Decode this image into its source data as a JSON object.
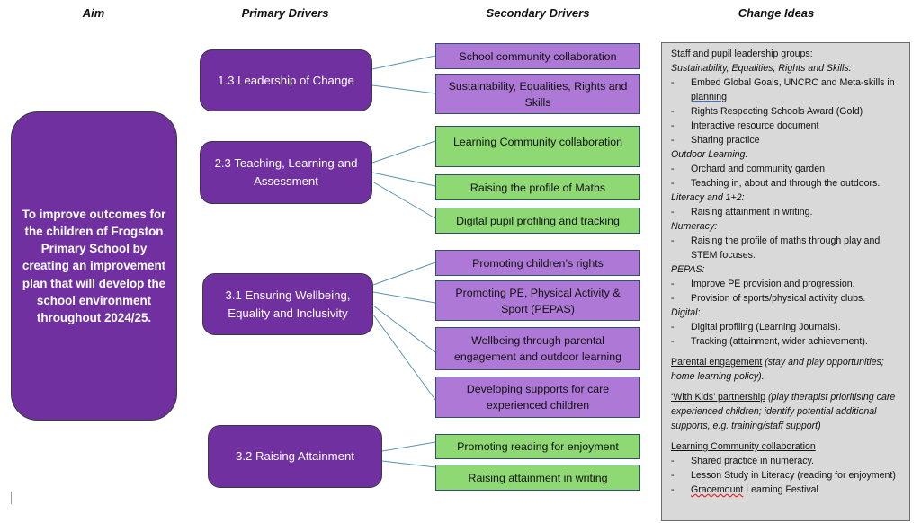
{
  "headers": {
    "aim": "Aim",
    "primary": "Primary Drivers",
    "secondary": "Secondary Drivers",
    "change": "Change Ideas"
  },
  "aim": {
    "text": "To improve outcomes for the children of Frogston Primary School by creating an improvement plan that will develop the school environment throughout 2024/25."
  },
  "primary_drivers": [
    {
      "label": "1.3 Leadership of Change"
    },
    {
      "label": "2.3 Teaching, Learning and Assessment"
    },
    {
      "label": "3.1 Ensuring Wellbeing, Equality and Inclusivity"
    },
    {
      "label": "3.2 Raising Attainment"
    }
  ],
  "secondary_drivers": [
    {
      "label": "School community collaboration",
      "color": "purple",
      "driver": 0
    },
    {
      "label": "Sustainability, Equalities, Rights and Skills",
      "color": "purple",
      "driver": 0
    },
    {
      "label": "Learning Community collaboration",
      "color": "green",
      "driver": 1
    },
    {
      "label": "Raising the profile of Maths",
      "color": "green",
      "driver": 1
    },
    {
      "label": "Digital pupil profiling and tracking",
      "color": "green",
      "driver": 1
    },
    {
      "label": "Promoting children’s rights",
      "color": "purple",
      "driver": 2
    },
    {
      "label": "Promoting PE, Physical Activity & Sport (PEPAS)",
      "color": "purple",
      "driver": 2
    },
    {
      "label": "Wellbeing through parental engagement and outdoor learning",
      "color": "purple",
      "driver": 2
    },
    {
      "label": "Developing supports for care experienced children",
      "color": "purple",
      "driver": 2
    },
    {
      "label": "Promoting reading for enjoyment",
      "color": "green",
      "driver": 3
    },
    {
      "label": "Raising attainment in writing",
      "color": "green",
      "driver": 3
    }
  ],
  "colors": {
    "primary_purple": "#7030a0",
    "secondary_purple": "#ae78d6",
    "secondary_green": "#8ed973",
    "change_ideas_bg": "#d9d9d9",
    "connector": "#5b93b3"
  },
  "change_ideas": {
    "leadership_heading": "Staff and pupil leadership groups:",
    "sers_heading": "Sustainability, Equalities, Rights and Skills:",
    "sers_items": [
      "Embed Global Goals, UNCRC and Meta-skills in",
      "planning",
      "Rights Respecting Schools Award (Gold)",
      "Interactive resource document",
      "Sharing practice"
    ],
    "outdoor_heading": "Outdoor Learning:",
    "outdoor_items": [
      "Orchard and community garden",
      "Teaching in, about and through the outdoors."
    ],
    "literacy_heading": "Literacy and 1+2:",
    "literacy_items": [
      "Raising attainment in writing."
    ],
    "numeracy_heading": "Numeracy:",
    "numeracy_items": [
      "Raising the profile of maths through play and STEM focuses."
    ],
    "pepas_heading": "PEPAS:",
    "pepas_items": [
      "Improve PE provision and progression.",
      "Provision of sports/physical activity clubs."
    ],
    "digital_heading": "Digital:",
    "digital_items": [
      "Digital profiling (Learning Journals).",
      "Tracking (attainment, wider achievement)."
    ],
    "parental_title": "Parental engagement",
    "parental_detail": " (stay and play opportunities; home learning policy).",
    "withkids_title": "‘With Kids’ partnership",
    "withkids_detail": " (play therapist prioritising care experienced children; identify potential additional supports, e.g. training/staff support)",
    "lc_heading": "Learning Community collaboration",
    "lc_items": [
      "Shared practice in numeracy.",
      "Lesson Study in Literacy (reading for enjoyment)"
    ],
    "lc_last_prefix": "Gracemount",
    "lc_last_suffix": " Learning Festival",
    "dash": "-"
  }
}
